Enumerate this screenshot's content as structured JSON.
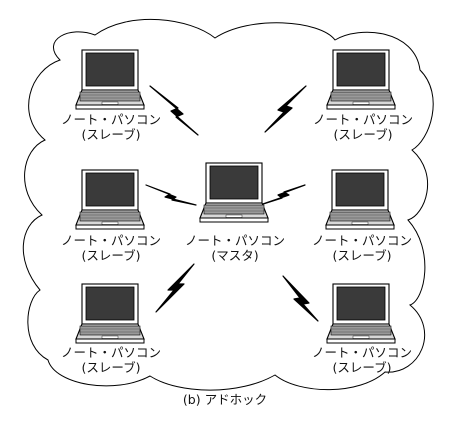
{
  "caption": "(b) アドホック",
  "nodes": [
    {
      "role": "slave",
      "name": "ノート・パソコン",
      "sub": "(スレーブ)"
    },
    {
      "role": "slave",
      "name": "ノート・パソコン",
      "sub": "(スレーブ)"
    },
    {
      "role": "slave",
      "name": "ノート・パソコン",
      "sub": "(スレーブ)"
    },
    {
      "role": "master",
      "name": "ノート・パソコン",
      "sub": "(マスタ)"
    },
    {
      "role": "slave",
      "name": "ノート・パソコン",
      "sub": "(スレーブ)"
    },
    {
      "role": "slave",
      "name": "ノート・パソコン",
      "sub": "(スレーブ)"
    },
    {
      "role": "slave",
      "name": "ノート・パソコン",
      "sub": "(スレーブ)"
    }
  ],
  "colors": {
    "line": "#000000",
    "screen": "#3a3a3a",
    "body": "#d8d8d8",
    "keyboard": "#9a9a9a"
  }
}
